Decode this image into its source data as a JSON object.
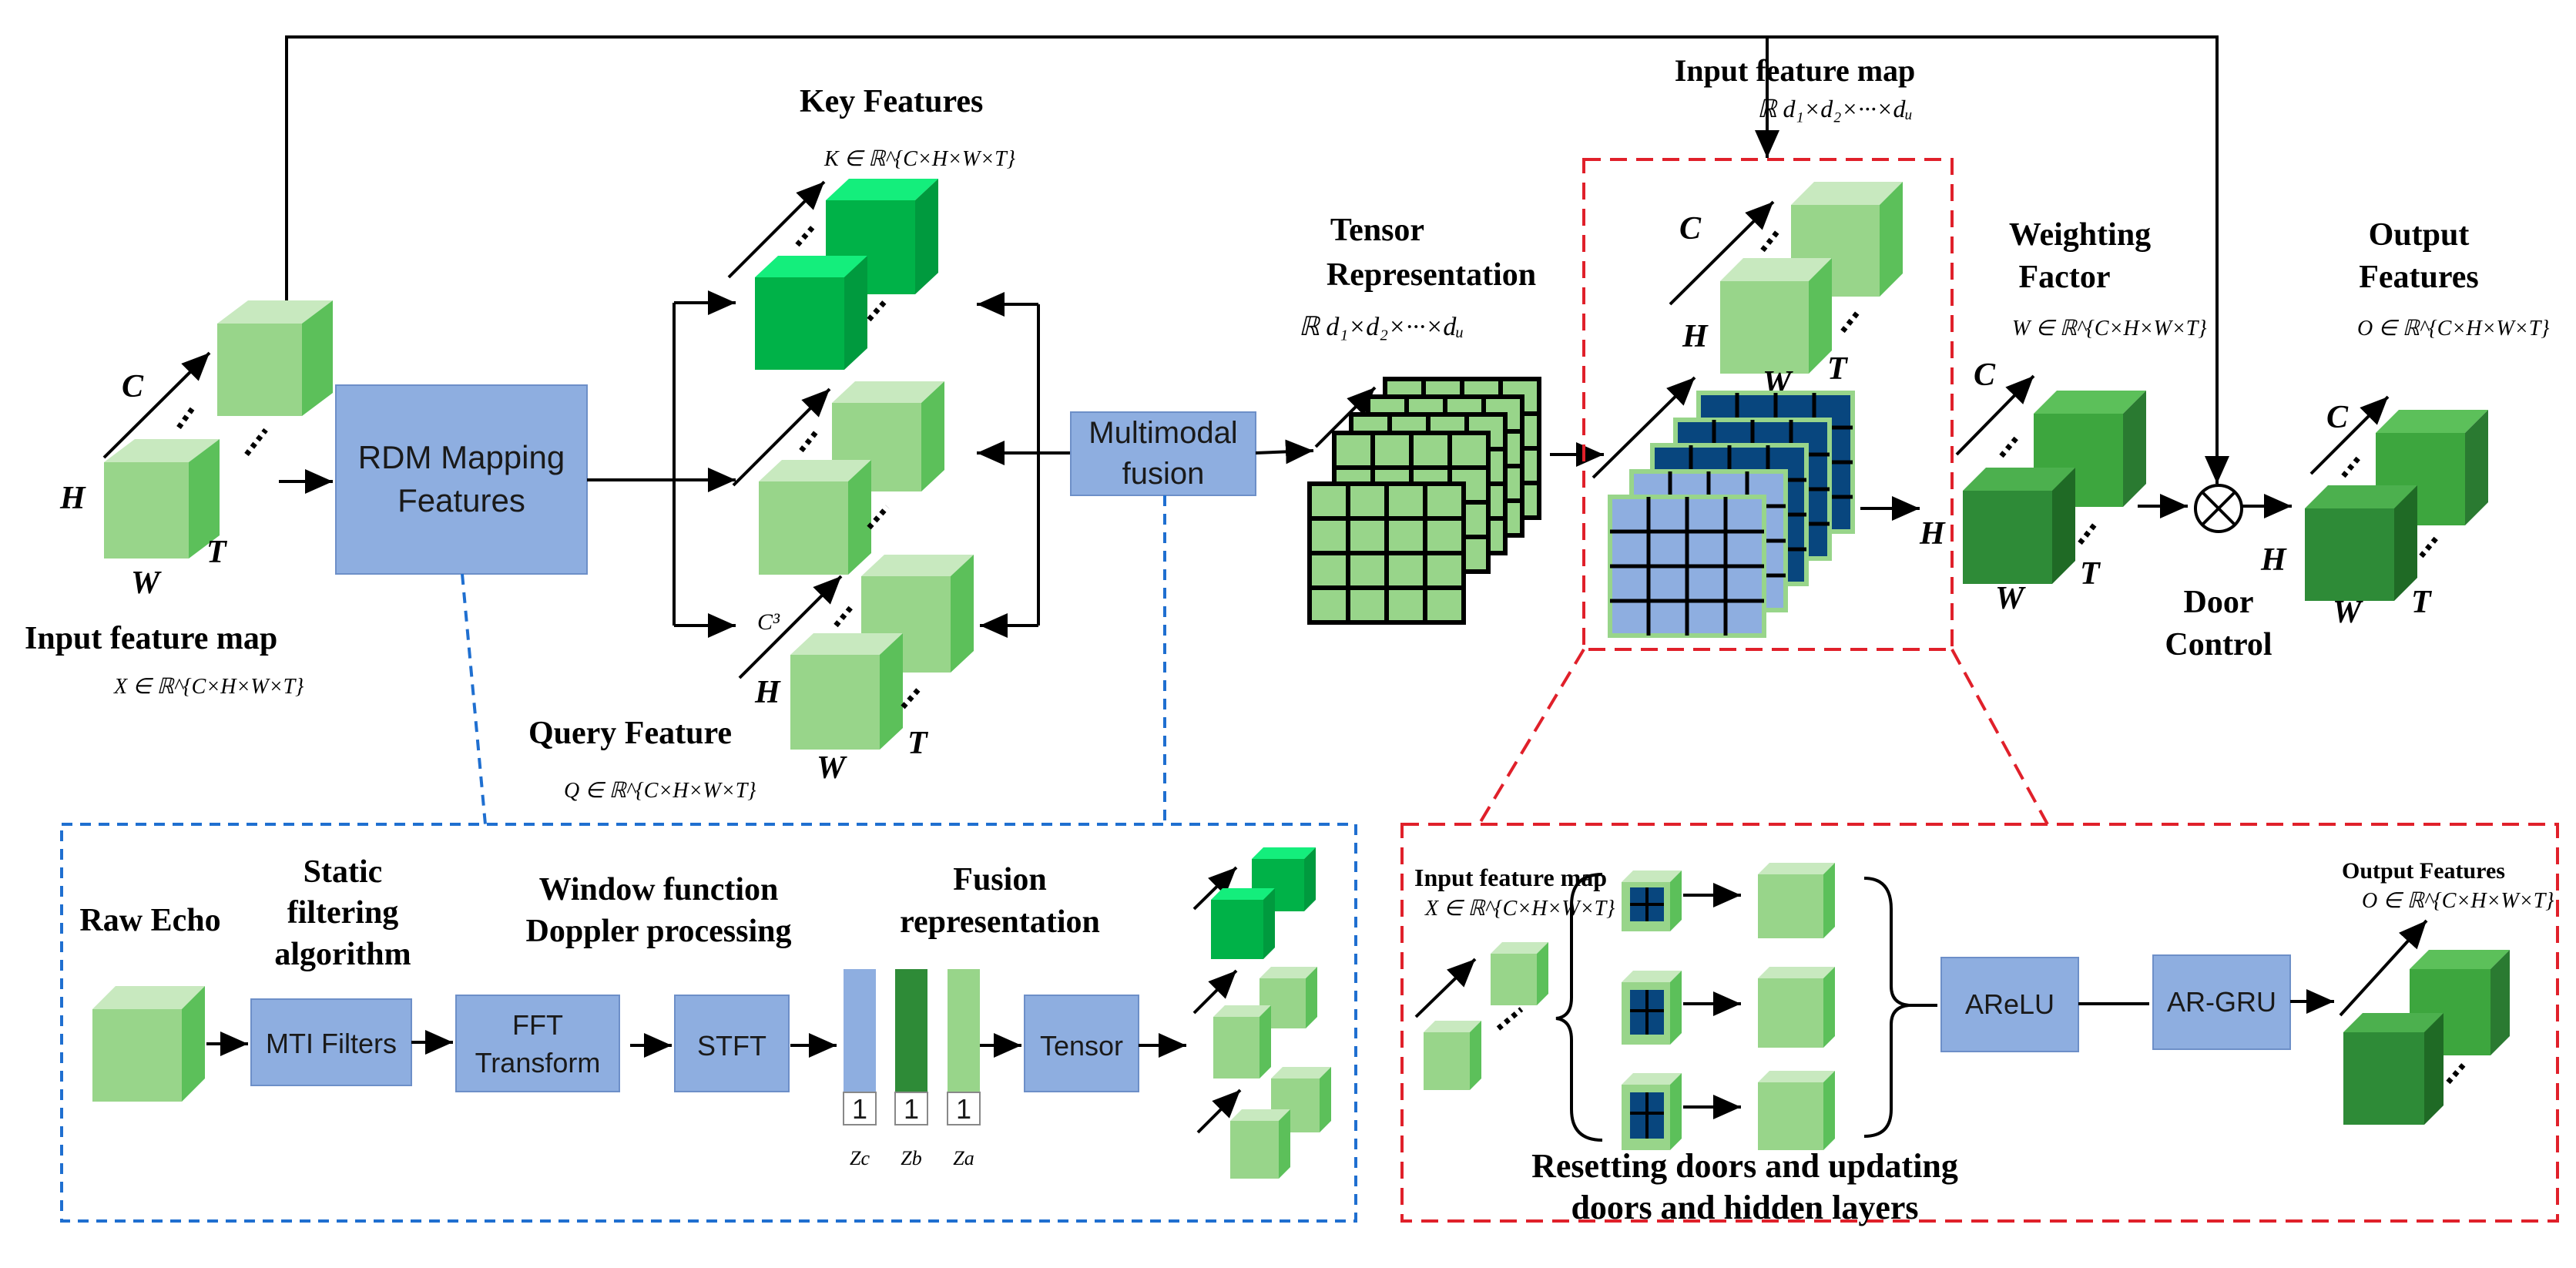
{
  "colors": {
    "cube_light": "#98d58a",
    "cube_mid": "#45b04a",
    "cube_dark": "#2e7d32",
    "cube_bright": "#00b248",
    "box_blue": "#8eaee0",
    "grid_navy": "#08467e",
    "blue_dash": "#1f6fd0",
    "red_dash": "#e0202a"
  },
  "labels": {
    "input_map_title": "Input feature map",
    "input_map_formula": "X ∈ ℝ^{C×H×W×T}",
    "key_title": "Key Features",
    "key_formula": "K ∈ ℝ^{C×H×W×T}",
    "query_title": "Query Feature",
    "query_formula": "Q ∈ ℝ^{C×H×W×T}",
    "tensor_title_1": "Tensor",
    "tensor_title_2": "Representation",
    "tensor_formula": "ℝ d₁×d₂×···×dᵤ",
    "top_input_title": "Input feature map",
    "top_input_formula": "ℝ d₁×d₂×···×dᵤ",
    "weight_title_1": "Weighting",
    "weight_title_2": "Factor",
    "weight_formula": "W ∈ ℝ^{C×H×W×T}",
    "output_title_1": "Output",
    "output_title_2": "Features",
    "output_formula": "O ∈ ℝ^{C×H×W×T}",
    "door_1": "Door",
    "door_2": "Control",
    "c3": "C³",
    "axis_c": "C",
    "axis_h": "H",
    "axis_w": "W",
    "axis_t": "T"
  },
  "boxes": {
    "rdm_1": "RDM Mapping",
    "rdm_2": "Features",
    "multimodal_1": "Multimodal",
    "multimodal_2": "fusion"
  },
  "pipeline": {
    "raw_echo": "Raw Echo",
    "static_1": "Static",
    "static_2": "filtering",
    "static_3": "algorithm",
    "window_1": "Window function",
    "window_2": "Doppler processing",
    "fusion_1": "Fusion",
    "fusion_2": "representation",
    "mti": "MTI Filters",
    "fft_1": "FFT",
    "fft_2": "Transform",
    "stft": "STFT",
    "tensor": "Tensor",
    "one": "1",
    "zc": "Zc",
    "zb": "Zb",
    "za": "Za"
  },
  "gru": {
    "input_title": "Input feature map",
    "input_formula": "X ∈ ℝ^{C×H×W×T}",
    "output_title": "Output Features",
    "output_formula": "O ∈ ℝ^{C×H×W×T}",
    "arelu": "AReLU",
    "argru": "AR-GRU",
    "caption_1": "Resetting doors and updating",
    "caption_2": "doors and hidden layers"
  }
}
